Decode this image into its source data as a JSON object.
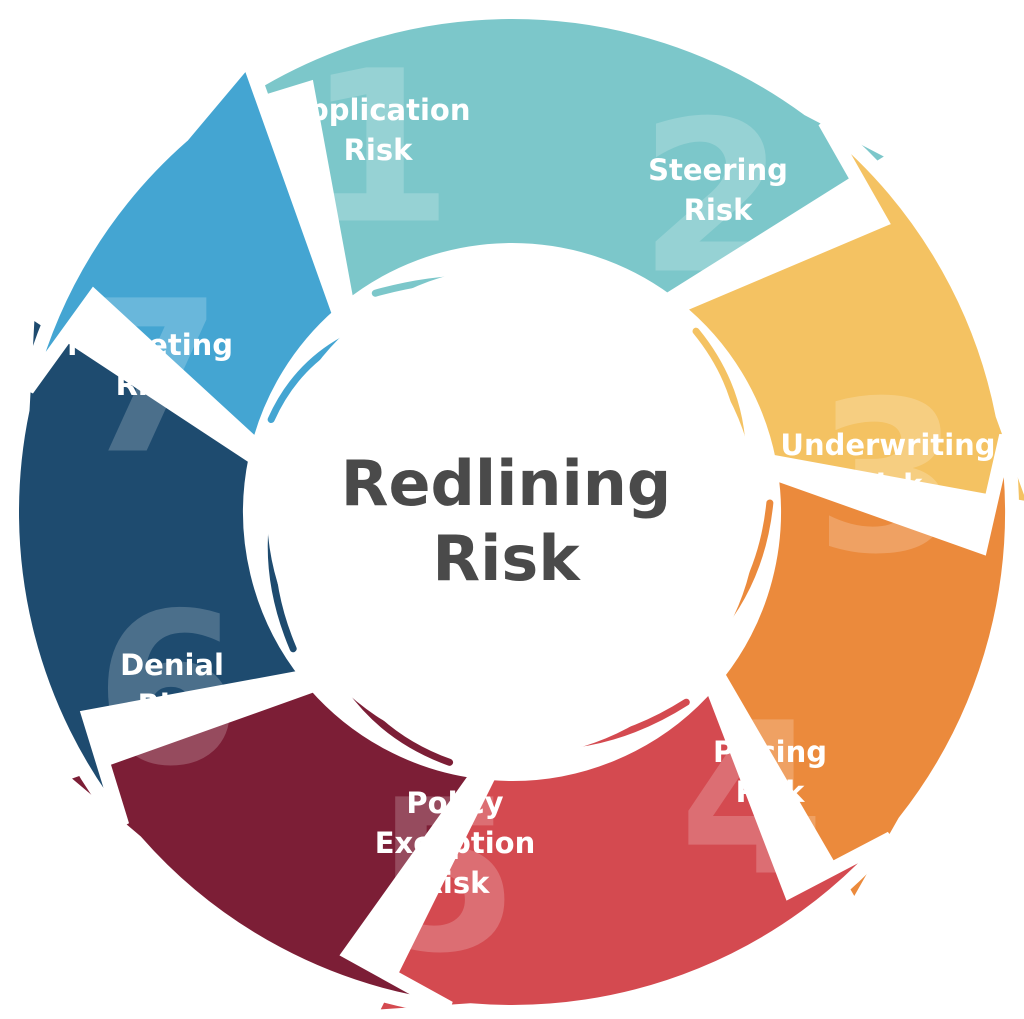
{
  "center": {
    "line1": "Redlining",
    "line2": "Risk"
  },
  "segments": [
    {
      "number": "1",
      "lines": [
        "Application",
        "Risk"
      ],
      "color": "#7cc7ca"
    },
    {
      "number": "2",
      "lines": [
        "Steering",
        "Risk"
      ],
      "color": "#f4c262"
    },
    {
      "number": "3",
      "lines": [
        "Underwriting",
        "Risk"
      ],
      "color": "#eb8a3c"
    },
    {
      "number": "4",
      "lines": [
        "Pricing",
        "Risk"
      ],
      "color": "#d44a50"
    },
    {
      "number": "5",
      "lines": [
        "Policy",
        "Exception",
        "Risk"
      ],
      "color": "#7c1e36"
    },
    {
      "number": "6",
      "lines": [
        "Denial",
        "Risk"
      ],
      "color": "#1e4b6f"
    },
    {
      "number": "7",
      "lines": [
        "Marketing",
        "Risk"
      ],
      "color": "#44a5d2"
    }
  ]
}
